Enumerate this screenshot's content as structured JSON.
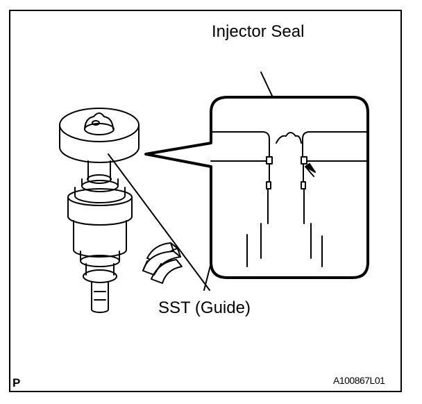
{
  "diagram": {
    "labels": {
      "injector_seal": "Injector Seal",
      "sst_guide": "SST (Guide)",
      "page_letter": "P",
      "figure_code": "A100867L01"
    },
    "colors": {
      "line": "#000000",
      "background": "#ffffff"
    }
  }
}
